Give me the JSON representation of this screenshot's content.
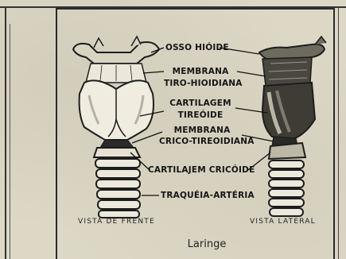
{
  "labels": {
    "hyoid": "OSSO HIÓIDE",
    "thyrohyoid_1": "MEMBRANA",
    "thyrohyoid_2": "TIRO-HIOIDIANA",
    "thyroid_1": "CARTILAGEM",
    "thyroid_2": "TIREÓIDE",
    "cricothyroid_1": "MEMBRANA",
    "cricothyroid_2": "CRICO-TIREOIDIANA",
    "cricoid": "CARTILAJEM CRICÓIDE",
    "trachea": "TRAQUÉIA-ARTÉRIA"
  },
  "views": {
    "front": "VISTA DE FRENTE",
    "lateral": "VISTA LATERAL"
  },
  "caption": "Laringe"
}
